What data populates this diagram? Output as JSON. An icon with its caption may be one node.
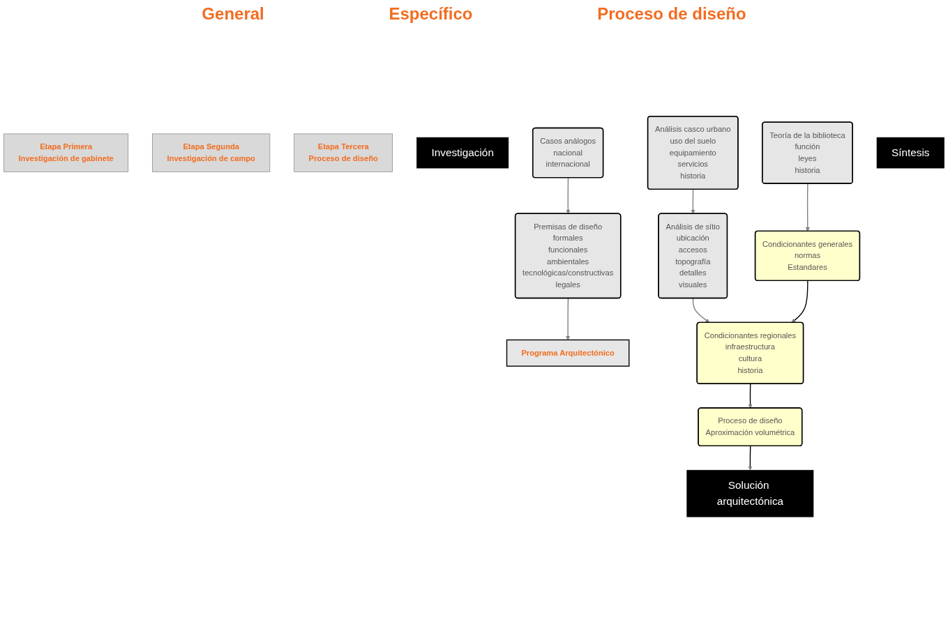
{
  "diagram": {
    "nodes": [
      {
        "text": [
          "Etapa Primera",
          "Investigación de gabinete"
        ]
      },
      {
        "text": [
          "Etapa Segunda",
          "Investigación de campo"
        ]
      },
      {
        "text": [
          "Etapa Tercera",
          "Proceso de diseño"
        ]
      },
      {
        "text": [
          "Investigación"
        ]
      },
      {
        "text": [
          "Teoría de la biblioteca",
          "función",
          "leyes",
          "historia"
        ]
      },
      {
        "text": [
          "Análisis casco urbano",
          "uso del suelo",
          "equipamiento",
          "servicios",
          "historia"
        ]
      },
      {
        "text": [
          "Análisis de sítio",
          "ubicación",
          "accesos",
          "topografía",
          "detalles",
          "visuales"
        ]
      },
      {
        "text": [
          "Casos análogos",
          "nacional",
          "internacional"
        ]
      },
      {
        "text": [
          "Premisas de diseño",
          "formales",
          "funcionales",
          "ambientales",
          "tecnológicas/constructivas",
          "legales"
        ]
      },
      {
        "text": [
          "Programa Arquitectónico"
        ]
      },
      {
        "text": [
          "Síntesis"
        ]
      },
      {
        "text": [
          "Condicionantes generales",
          "normas",
          "Estandares"
        ]
      },
      {
        "text": [
          "Condicionantes regionales",
          "infraestructura",
          "cultura",
          "historia"
        ]
      },
      {
        "text": [
          "Proceso de diseño",
          "Aproximación volumétrica"
        ]
      },
      {
        "text": [
          "Solución arquitectónica"
        ]
      }
    ],
    "edges": [
      {
        "from": 4,
        "to": 11,
        "arrow": "to"
      },
      {
        "from": 5,
        "to": 6,
        "arrow": "to"
      },
      {
        "from": 6,
        "to": 12,
        "arrow": "to"
      },
      {
        "from": 7,
        "to": 8,
        "arrow": "to"
      },
      {
        "from": 8,
        "to": 9,
        "arrow": "to"
      },
      {
        "from": 11,
        "to": 12,
        "arrow": "to",
        "color": "#000000"
      },
      {
        "from": 12,
        "to": 13,
        "arrow": "to",
        "color": "#000000"
      },
      {
        "from": 13,
        "to": 14,
        "arrow": "to",
        "color": "#000000"
      }
    ],
    "labels": [
      "General",
      "Específico",
      "Proceso de diseño"
    ]
  }
}
